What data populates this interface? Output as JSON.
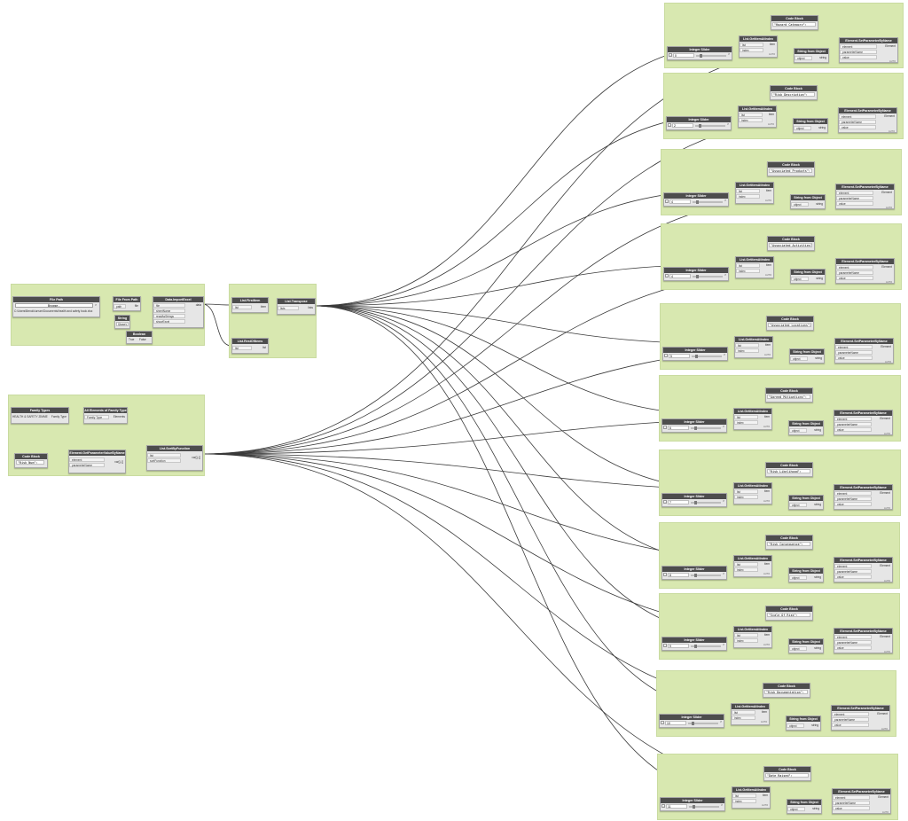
{
  "left_nodes": {
    "file_path": {
      "title": "File Path",
      "button": "Browse...",
      "path": "C:\\Users\\Bencik\\urrum\\Documents\\health and safety book.xlsx"
    },
    "file_from_path": {
      "title": "File From Path",
      "in": "path",
      "out": "file"
    },
    "string_node": {
      "title": "String",
      "value": "Sheet1"
    },
    "boolean_node": {
      "title": "Boolean",
      "true_label": "True",
      "false_label": "False"
    },
    "data_import": {
      "title": "Data.ImportExcel",
      "inputs": [
        "file",
        "sheetName",
        "readAsStrings",
        "showExcel"
      ],
      "out": "data"
    },
    "first_item": {
      "title": "List.FirstItem",
      "in": "list",
      "out": "item"
    },
    "rest_of_items": {
      "title": "List.RestOfItems",
      "in": "list",
      "out": "list"
    },
    "transpose": {
      "title": "List.Transpose",
      "in": "lists",
      "out": "lists"
    },
    "family_types": {
      "title": "Family Types",
      "value": "HEALTH & SAFETY ZIMMER",
      "out": "Family Type"
    },
    "all_elements": {
      "title": "All Elements of Family Type",
      "in": "Family Type",
      "out": "Elements"
    },
    "code_block_left": {
      "title": "Code Block",
      "code": "\"Risk Num\";"
    },
    "get_param": {
      "title": "Element.GetParameterValueByName",
      "inputs": [
        "element",
        "parameterName"
      ],
      "out": "var[]..[]"
    },
    "sort_by_function": {
      "title": "List.SortByFunction",
      "inputs": [
        "list",
        "sortFunction"
      ],
      "out": "var[]..[]"
    }
  },
  "labels": {
    "integer_slider": "Integer Slider",
    "code_block": "Code Block",
    "get_item": "List.GetItemAtIndex",
    "string_from_object": "String from Object",
    "set_param": "Element.SetParameterByName",
    "port_list": "list",
    "port_index": "index",
    "port_item": "item",
    "port_object": "object",
    "port_string": "string",
    "port_element": "element",
    "port_parameterName": "parameterName",
    "port_value": "value",
    "port_Element": "Element",
    "lacing": "AUTO"
  },
  "right_groups": [
    {
      "slider_value": "0",
      "code": "\"Hazard Category\";"
    },
    {
      "slider_value": "2",
      "code": "\"Risk Description\";"
    },
    {
      "slider_value": "4",
      "code": "\"Associated Products\";"
    },
    {
      "slider_value": "4",
      "code": "\"Associated Activities\";"
    },
    {
      "slider_value": "5",
      "code": "\"Associated Locations\";"
    },
    {
      "slider_value": "6",
      "code": "\"Agreed Mitigations\";"
    },
    {
      "slider_value": "7",
      "code": "\"Risk Likelihood\";"
    },
    {
      "slider_value": "8",
      "code": "\"Risk Consequence\";"
    },
    {
      "slider_value": "9",
      "code": "\"Scale Of Risk\";"
    },
    {
      "slider_value": "10",
      "code": "\"Risk Documentation\";"
    },
    {
      "slider_value": "11",
      "code": "\"Date Raised\";"
    }
  ]
}
